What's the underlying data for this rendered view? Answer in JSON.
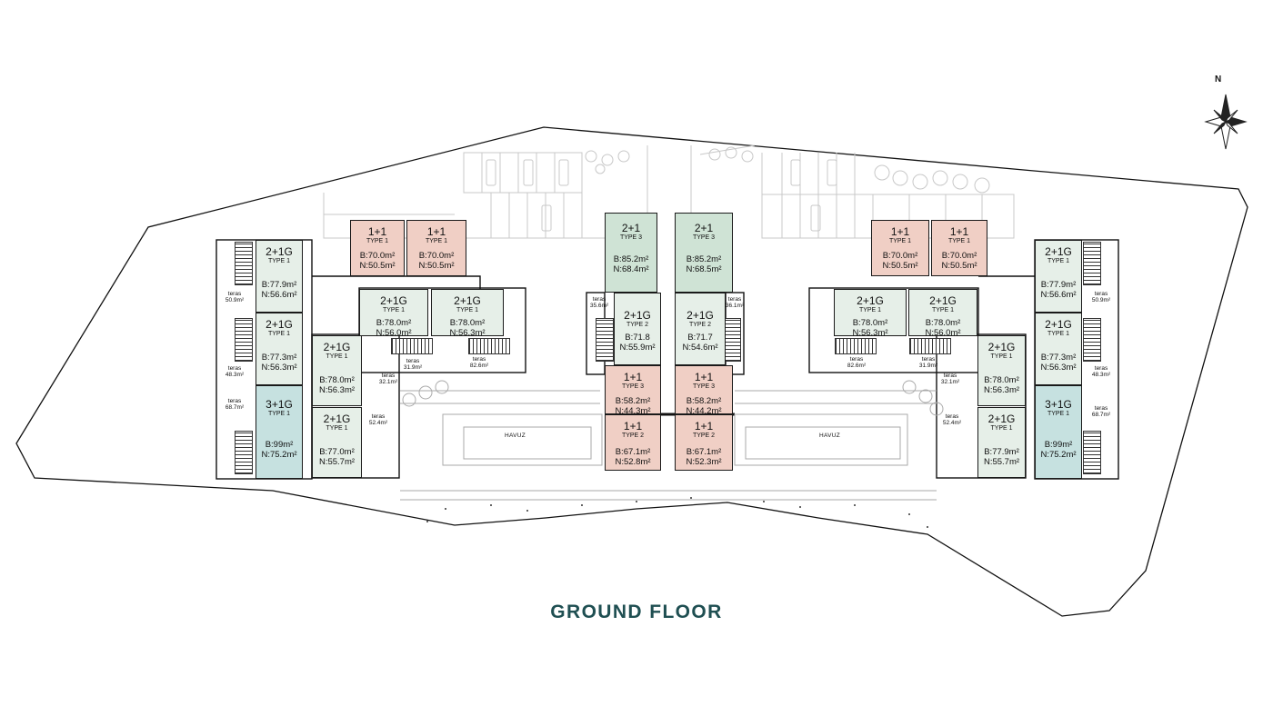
{
  "title": "GROUND FLOOR",
  "compass": {
    "letter": "N"
  },
  "colors": {
    "pink": "#f0cfc5",
    "mint": "#e6efe8",
    "green": "#cfe3d5",
    "blue": "#c6e1e0",
    "title": "#1f4f52"
  },
  "pool_label": "HAVUZ",
  "units": [
    {
      "name": "1+1",
      "type": "TYPE 1",
      "b": "B:70.0m²",
      "n": "N:50.5m²"
    },
    {
      "name": "1+1",
      "type": "TYPE 1",
      "b": "B:70.0m²",
      "n": "N:50.5m²"
    },
    {
      "name": "2+1G",
      "type": "TYPE 1",
      "b": "B:77.9m²",
      "n": "N:56.6m²"
    },
    {
      "name": "2+1G",
      "type": "TYPE 1",
      "b": "B:77.3m²",
      "n": "N:56.3m²"
    },
    {
      "name": "3+1G",
      "type": "TYPE 1",
      "b": "B:99m²",
      "n": "N:75.2m²"
    },
    {
      "name": "2+1G",
      "type": "TYPE 1",
      "b": "B:78.0m²",
      "n": "N:56.0m²"
    },
    {
      "name": "2+1G",
      "type": "TYPE 1",
      "b": "B:78.0m²",
      "n": "N:56.3m²"
    },
    {
      "name": "2+1G",
      "type": "TYPE 1",
      "b": "B:78.0m²",
      "n": "N:56.3m²"
    },
    {
      "name": "2+1G",
      "type": "TYPE 1",
      "b": "B:77.0m²",
      "n": "N:55.7m²"
    },
    {
      "name": "2+1",
      "type": "TYPE 3",
      "b": "B:85.2m²",
      "n": "N:68.4m²"
    },
    {
      "name": "2+1",
      "type": "TYPE 3",
      "b": "B:85.2m²",
      "n": "N:68.5m²"
    },
    {
      "name": "2+1G",
      "type": "TYPE 2",
      "b": "B:71.8",
      "n": "N:55.9m²"
    },
    {
      "name": "2+1G",
      "type": "TYPE 2",
      "b": "B:71.7",
      "n": "N:54.6m²"
    },
    {
      "name": "1+1",
      "type": "TYPE 3",
      "b": "B:58.2m²",
      "n": "N:44.3m²"
    },
    {
      "name": "1+1",
      "type": "TYPE 3",
      "b": "B:58.2m²",
      "n": "N:44.2m²"
    },
    {
      "name": "1+1",
      "type": "TYPE 2",
      "b": "B:67.1m²",
      "n": "N:52.8m²"
    },
    {
      "name": "1+1",
      "type": "TYPE 2",
      "b": "B:67.1m²",
      "n": "N:52.3m²"
    },
    {
      "name": "1+1",
      "type": "TYPE 1",
      "b": "B:70.0m²",
      "n": "N:50.5m²"
    },
    {
      "name": "1+1",
      "type": "TYPE 1",
      "b": "B:70.0m²",
      "n": "N:50.5m²"
    },
    {
      "name": "2+1G",
      "type": "TYPE 1",
      "b": "B:78.0m²",
      "n": "N:56.3m²"
    },
    {
      "name": "2+1G",
      "type": "TYPE 1",
      "b": "B:78.0m²",
      "n": "N:56.0m²"
    },
    {
      "name": "2+1G",
      "type": "TYPE 1",
      "b": "B:77.9m²",
      "n": "N:56.6m²"
    },
    {
      "name": "2+1G",
      "type": "TYPE 1",
      "b": "B:77.3m²",
      "n": "N:56.3m²"
    },
    {
      "name": "3+1G",
      "type": "TYPE 1",
      "b": "B:99m²",
      "n": "N:75.2m²"
    },
    {
      "name": "2+1G",
      "type": "TYPE 1",
      "b": "B:78.0m²",
      "n": "N:56.3m²"
    },
    {
      "name": "2+1G",
      "type": "TYPE 1",
      "b": "B:77.9m²",
      "n": "N:55.7m²"
    }
  ],
  "teras": [
    {
      "label": "teras",
      "area": "50.9m²"
    },
    {
      "label": "teras",
      "area": "48.3m²"
    },
    {
      "label": "teras",
      "area": "68.7m²"
    },
    {
      "label": "teras",
      "area": "31.9m²"
    },
    {
      "label": "teras",
      "area": "82.6m²"
    },
    {
      "label": "teras",
      "area": "32.1m²"
    },
    {
      "label": "teras",
      "area": "52.4m²"
    },
    {
      "label": "teras",
      "area": "35.6m²"
    },
    {
      "label": "teras",
      "area": "36.1m²"
    },
    {
      "label": "teras",
      "area": "82.6m²"
    },
    {
      "label": "teras",
      "area": "31.9m²"
    },
    {
      "label": "teras",
      "area": "32.1m²"
    },
    {
      "label": "teras",
      "area": "52.4m²"
    },
    {
      "label": "teras",
      "area": "50.9m²"
    },
    {
      "label": "teras",
      "area": "48.3m²"
    },
    {
      "label": "teras",
      "area": "68.7m²"
    }
  ]
}
